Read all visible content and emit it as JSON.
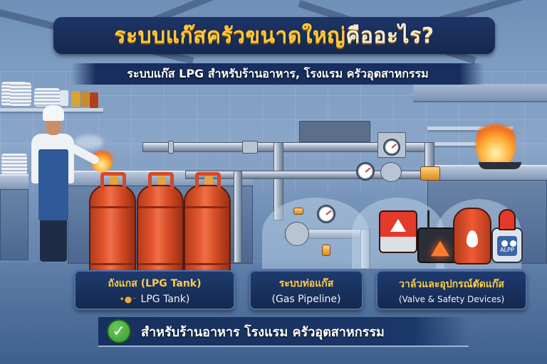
{
  "title": {
    "main": "ระบบแก๊สครัวขนาดใหญ่",
    "accent": "คืออะไร?",
    "color_main": "#ffc83a",
    "color_accent": "#f6ead2"
  },
  "subtitle": "ระบบแก๊ส LPG สำหรับร้านอาหาร, โรงแรม ครัวอุตสาหกรรม",
  "scene": {
    "chef": "chef-cooking-at-stove",
    "tanks_count": 3,
    "devices": [
      "alarm-box",
      "control-box-warning",
      "mini-gas-tank",
      "gas-detector"
    ],
    "detector_label": "ALPP"
  },
  "cards": [
    {
      "id": "lpg-tank",
      "thai": "ถังแกส (LPG Tank)",
      "english": "LPG Tank)"
    },
    {
      "id": "gas-pipeline",
      "thai": "ระบบท่อแก๊ส",
      "english": "(Gas Pipeline)"
    },
    {
      "id": "valve-safety",
      "thai": "วาล์วและอุปกรณ์ตัดแก๊ส",
      "english": "(Valve & Safety Devices)"
    }
  ],
  "bottom_banner": {
    "icon": "check-icon",
    "text": "สำหรับร้านอาหาร โรงแรม ครัวอุตสาหกรรม"
  },
  "colors": {
    "banner_navy": "#1d3567",
    "heading_gold": "#ffcd45",
    "tank_red": "#e2552c",
    "check_green": "#3a9a33"
  }
}
